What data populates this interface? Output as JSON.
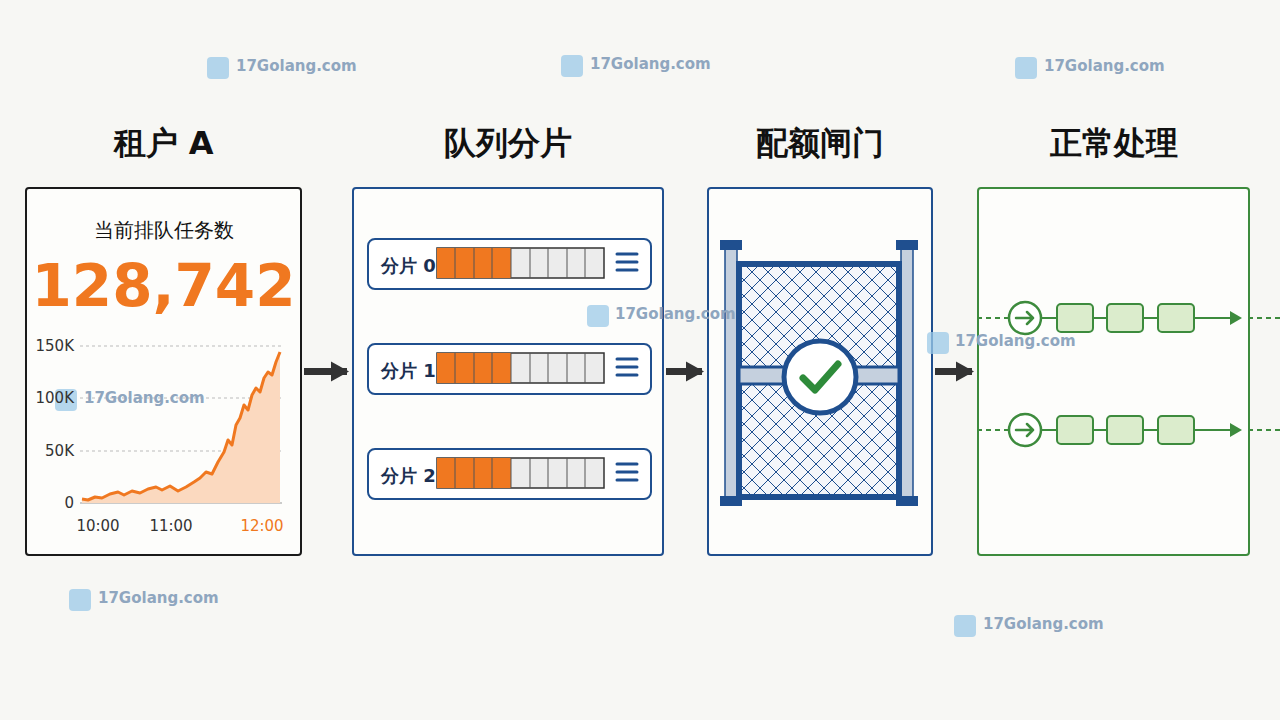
{
  "diagram": {
    "nodes": [
      {
        "text": [
          "租户 A",
          "当前排队任务数",
          "128,742"
        ]
      },
      {
        "text": [
          "队列分片"
        ]
      },
      {
        "text": [
          "分片 0"
        ],
        "in": 1
      },
      {
        "text": [
          "分片 1"
        ],
        "in": 1
      },
      {
        "text": [
          "分片 2"
        ],
        "in": 1
      },
      {
        "text": [
          "配额闸门"
        ]
      },
      {
        "text": [
          "正常处理"
        ]
      }
    ],
    "edges": [
      {
        "from": 0,
        "to": 1,
        "arrow": "to"
      },
      {
        "from": 1,
        "to": 5,
        "arrow": "to"
      },
      {
        "from": 5,
        "to": 6,
        "arrow": "to"
      }
    ],
    "labels": [
      "150K",
      "100K",
      "50K",
      "0",
      "10:00",
      "11:00",
      "12:00",
      "17Golang.com",
      "17Golang.com",
      "17Golang.com",
      "17Golang.com",
      "17Golang.com",
      "17Golang.com",
      "17Golang.com",
      "17Golang.com"
    ]
  }
}
